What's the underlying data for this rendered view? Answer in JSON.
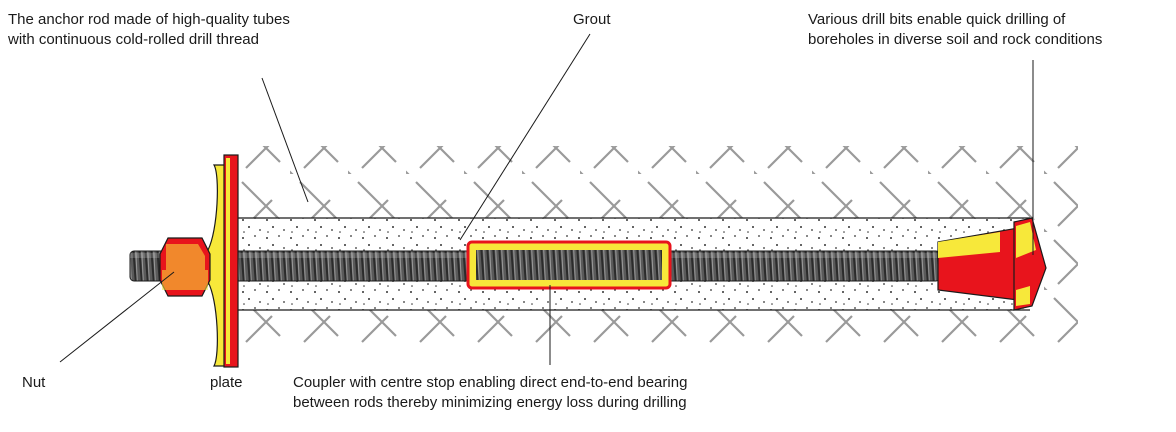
{
  "labels": {
    "anchor_rod": {
      "line1": "The anchor rod made of high-quality tubes",
      "line2": "with continuous cold-rolled drill thread"
    },
    "grout": "Grout",
    "drill_bits": {
      "line1": "Various drill bits enable quick drilling of",
      "line2": "boreholes in diverse soil and rock conditions"
    },
    "nut": "Nut",
    "plate": "plate",
    "coupler": {
      "line1": "Coupler with centre stop enabling direct end-to-end bearing",
      "line2": "between rods thereby minimizing energy loss during drilling"
    }
  },
  "colors": {
    "red": "#e8141c",
    "yellow": "#f7e83a",
    "rod_dark": "#3c3c3c",
    "rod_light": "#8a8a8a",
    "soil_hatch": "#9a9a9a",
    "outline": "#1a1a1a"
  }
}
